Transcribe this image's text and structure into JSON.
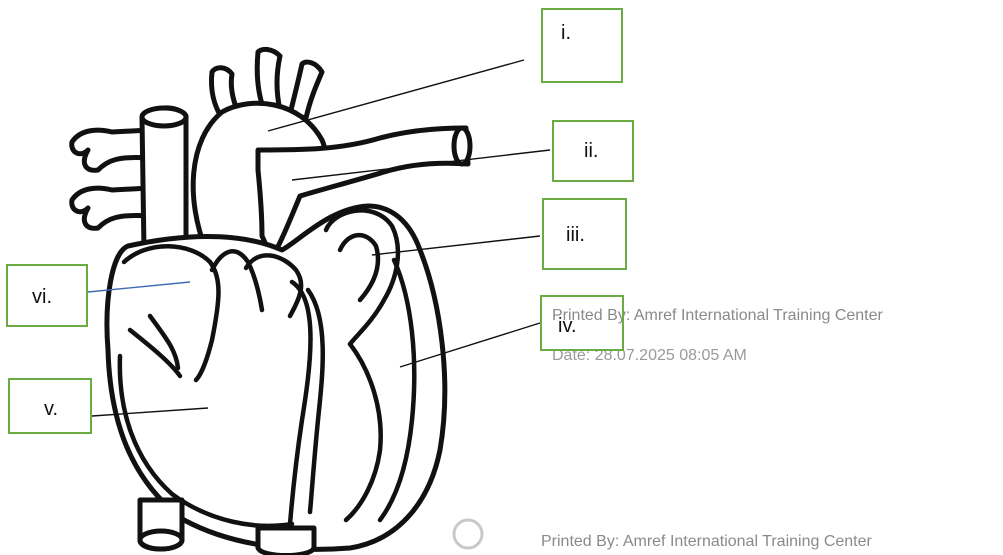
{
  "labels": {
    "i": "i.",
    "ii": "ii.",
    "iii": "iii.",
    "iv": "iv.",
    "v": "v.",
    "vi": "vi."
  },
  "watermark": {
    "line1": "Printed By: Amref International Training Center",
    "line2": "Date: 28.07.2025 08:05 AM",
    "bottom": "Printed By: Amref International Training Center"
  },
  "colors": {
    "box_border": "#6aac43",
    "outline": "#111111",
    "watermark_text": "#8a8a8a",
    "vi_pointer": "#3d6bb3"
  }
}
